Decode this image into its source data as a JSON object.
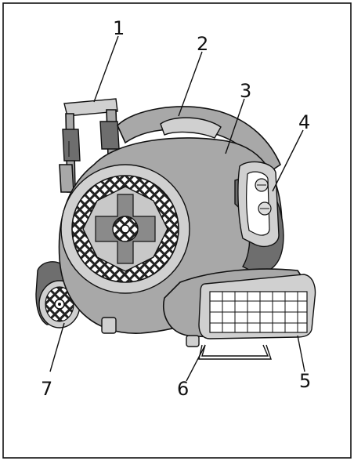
{
  "diagram": {
    "callouts": [
      {
        "id": "c1",
        "number": "1"
      },
      {
        "id": "c2",
        "number": "2"
      },
      {
        "id": "c3",
        "number": "3"
      },
      {
        "id": "c4",
        "number": "4"
      },
      {
        "id": "c5",
        "number": "5"
      },
      {
        "id": "c6",
        "number": "6"
      },
      {
        "id": "c7",
        "number": "7"
      }
    ]
  },
  "colors": {
    "background": "#ffffff",
    "border": "#111111",
    "housing": "#a8a8a8",
    "housing_dark": "#6e6e6e",
    "housing_light": "#d0d0d0",
    "grille": "#ffffff"
  }
}
